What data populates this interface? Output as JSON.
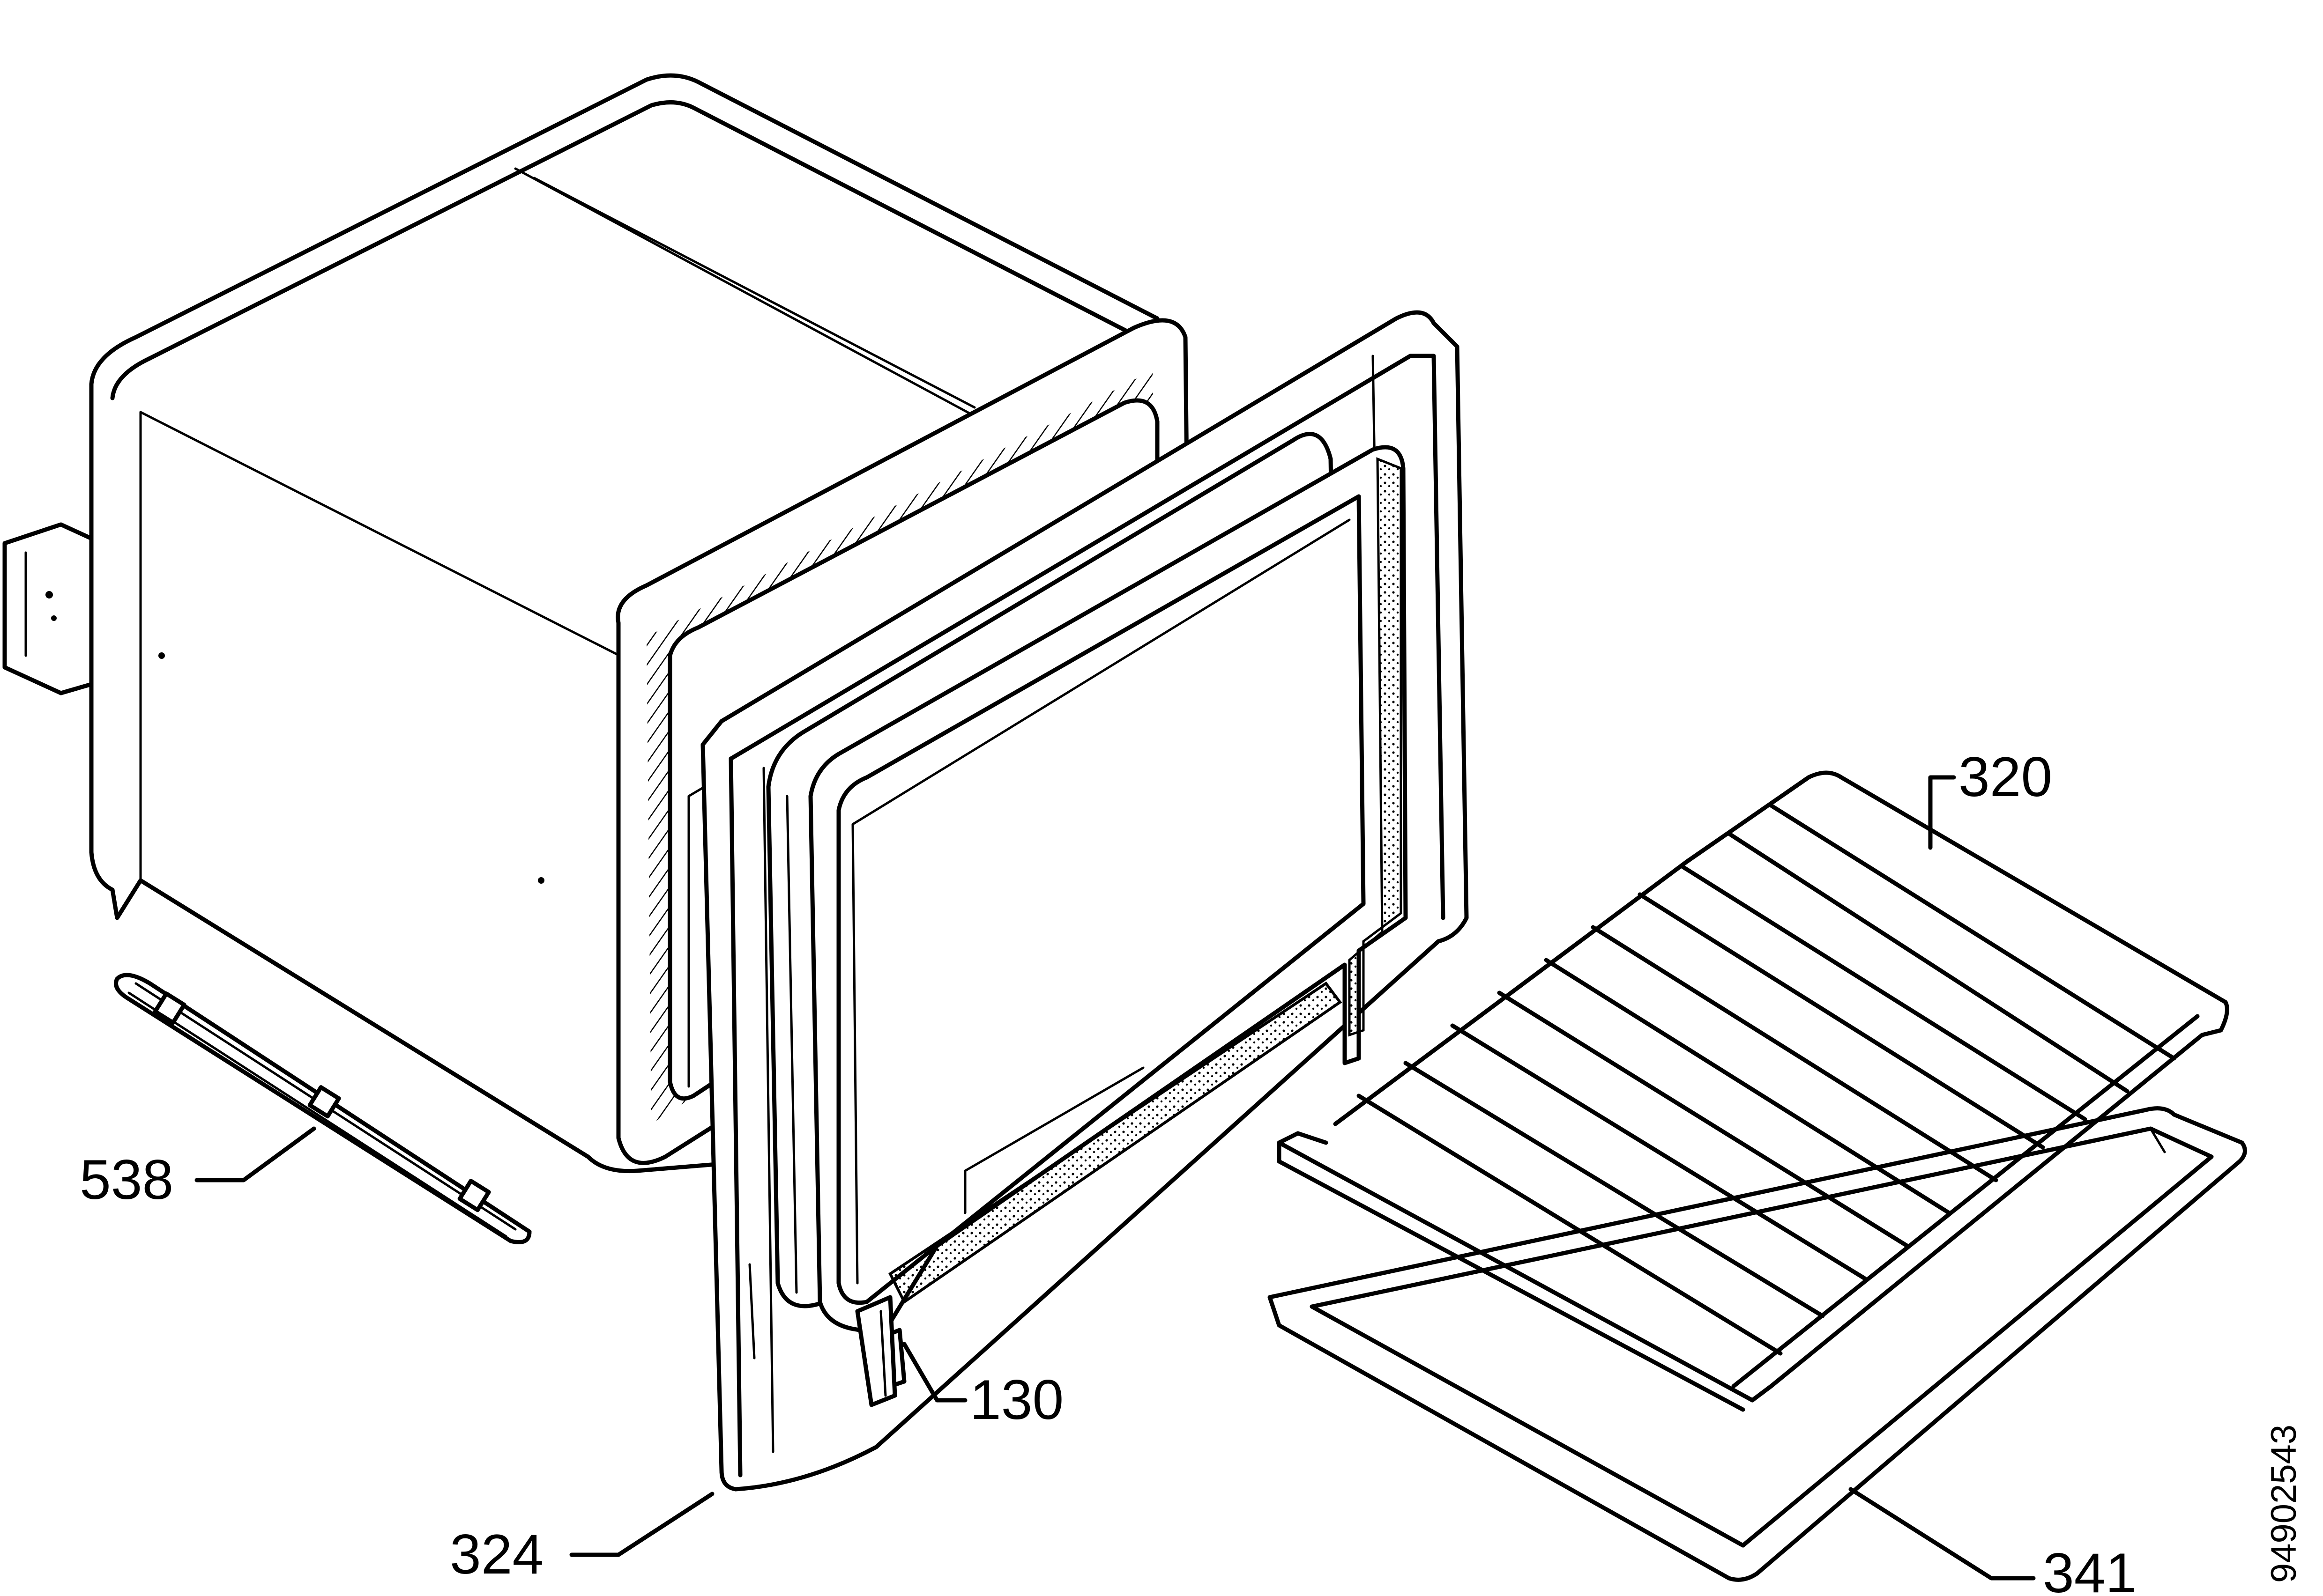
{
  "callouts": [
    {
      "id": "538",
      "label": "538"
    },
    {
      "id": "320",
      "label": "320"
    },
    {
      "id": "130",
      "label": "130"
    },
    {
      "id": "324",
      "label": "324"
    },
    {
      "id": "341",
      "label": "341"
    }
  ],
  "drawing_number": "94902543",
  "colors": {
    "line": "#000000",
    "background": "#ffffff",
    "hatch": "#000000"
  }
}
